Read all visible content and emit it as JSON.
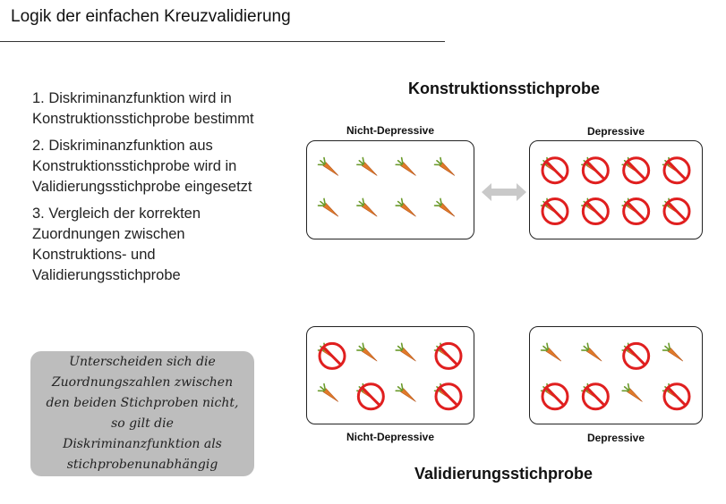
{
  "title": "Logik der einfachen Kreuzvalidierung",
  "steps": [
    "1. Diskriminanzfunktion wird in Konstruktionsstichprobe bestimmt",
    "2. Diskriminanzfunktion aus Konstruktionsstichprobe wird in Validierungsstichprobe eingesetzt",
    "3. Vergleich der korrekten Zuordnungen zwischen Konstruktions- und Validierungsstichprobe"
  ],
  "note": "Unterscheiden sich die Zuordnungszahlen zwischen den beiden Stichproben nicht, so gilt die Diskriminanzfunktion als stichprobenunabhängig",
  "construction": {
    "heading": "Konstruktionsstichprobe",
    "left_label": "Nicht-Depressive",
    "right_label": "Depressive",
    "left_marks": [
      "carrot",
      "carrot",
      "carrot",
      "carrot",
      "carrot",
      "carrot",
      "carrot",
      "carrot"
    ],
    "right_marks": [
      "crossed",
      "crossed",
      "crossed",
      "crossed",
      "crossed",
      "crossed",
      "crossed",
      "crossed"
    ]
  },
  "validation": {
    "heading": "Validierungsstichprobe",
    "left_label": "Nicht-Depressive",
    "right_label": "Depressive",
    "left_marks": [
      "crossed",
      "carrot",
      "carrot",
      "crossed",
      "carrot",
      "crossed",
      "carrot",
      "crossed"
    ],
    "right_marks": [
      "carrot",
      "carrot",
      "crossed",
      "carrot",
      "crossed",
      "crossed",
      "carrot",
      "crossed"
    ]
  },
  "colors": {
    "carrot": "#e07a2a",
    "leaf": "#6a9a2a",
    "prohibit": "#e01f1f",
    "arrow": "#c9c9c9",
    "note_bg": "#bdbdbd"
  }
}
